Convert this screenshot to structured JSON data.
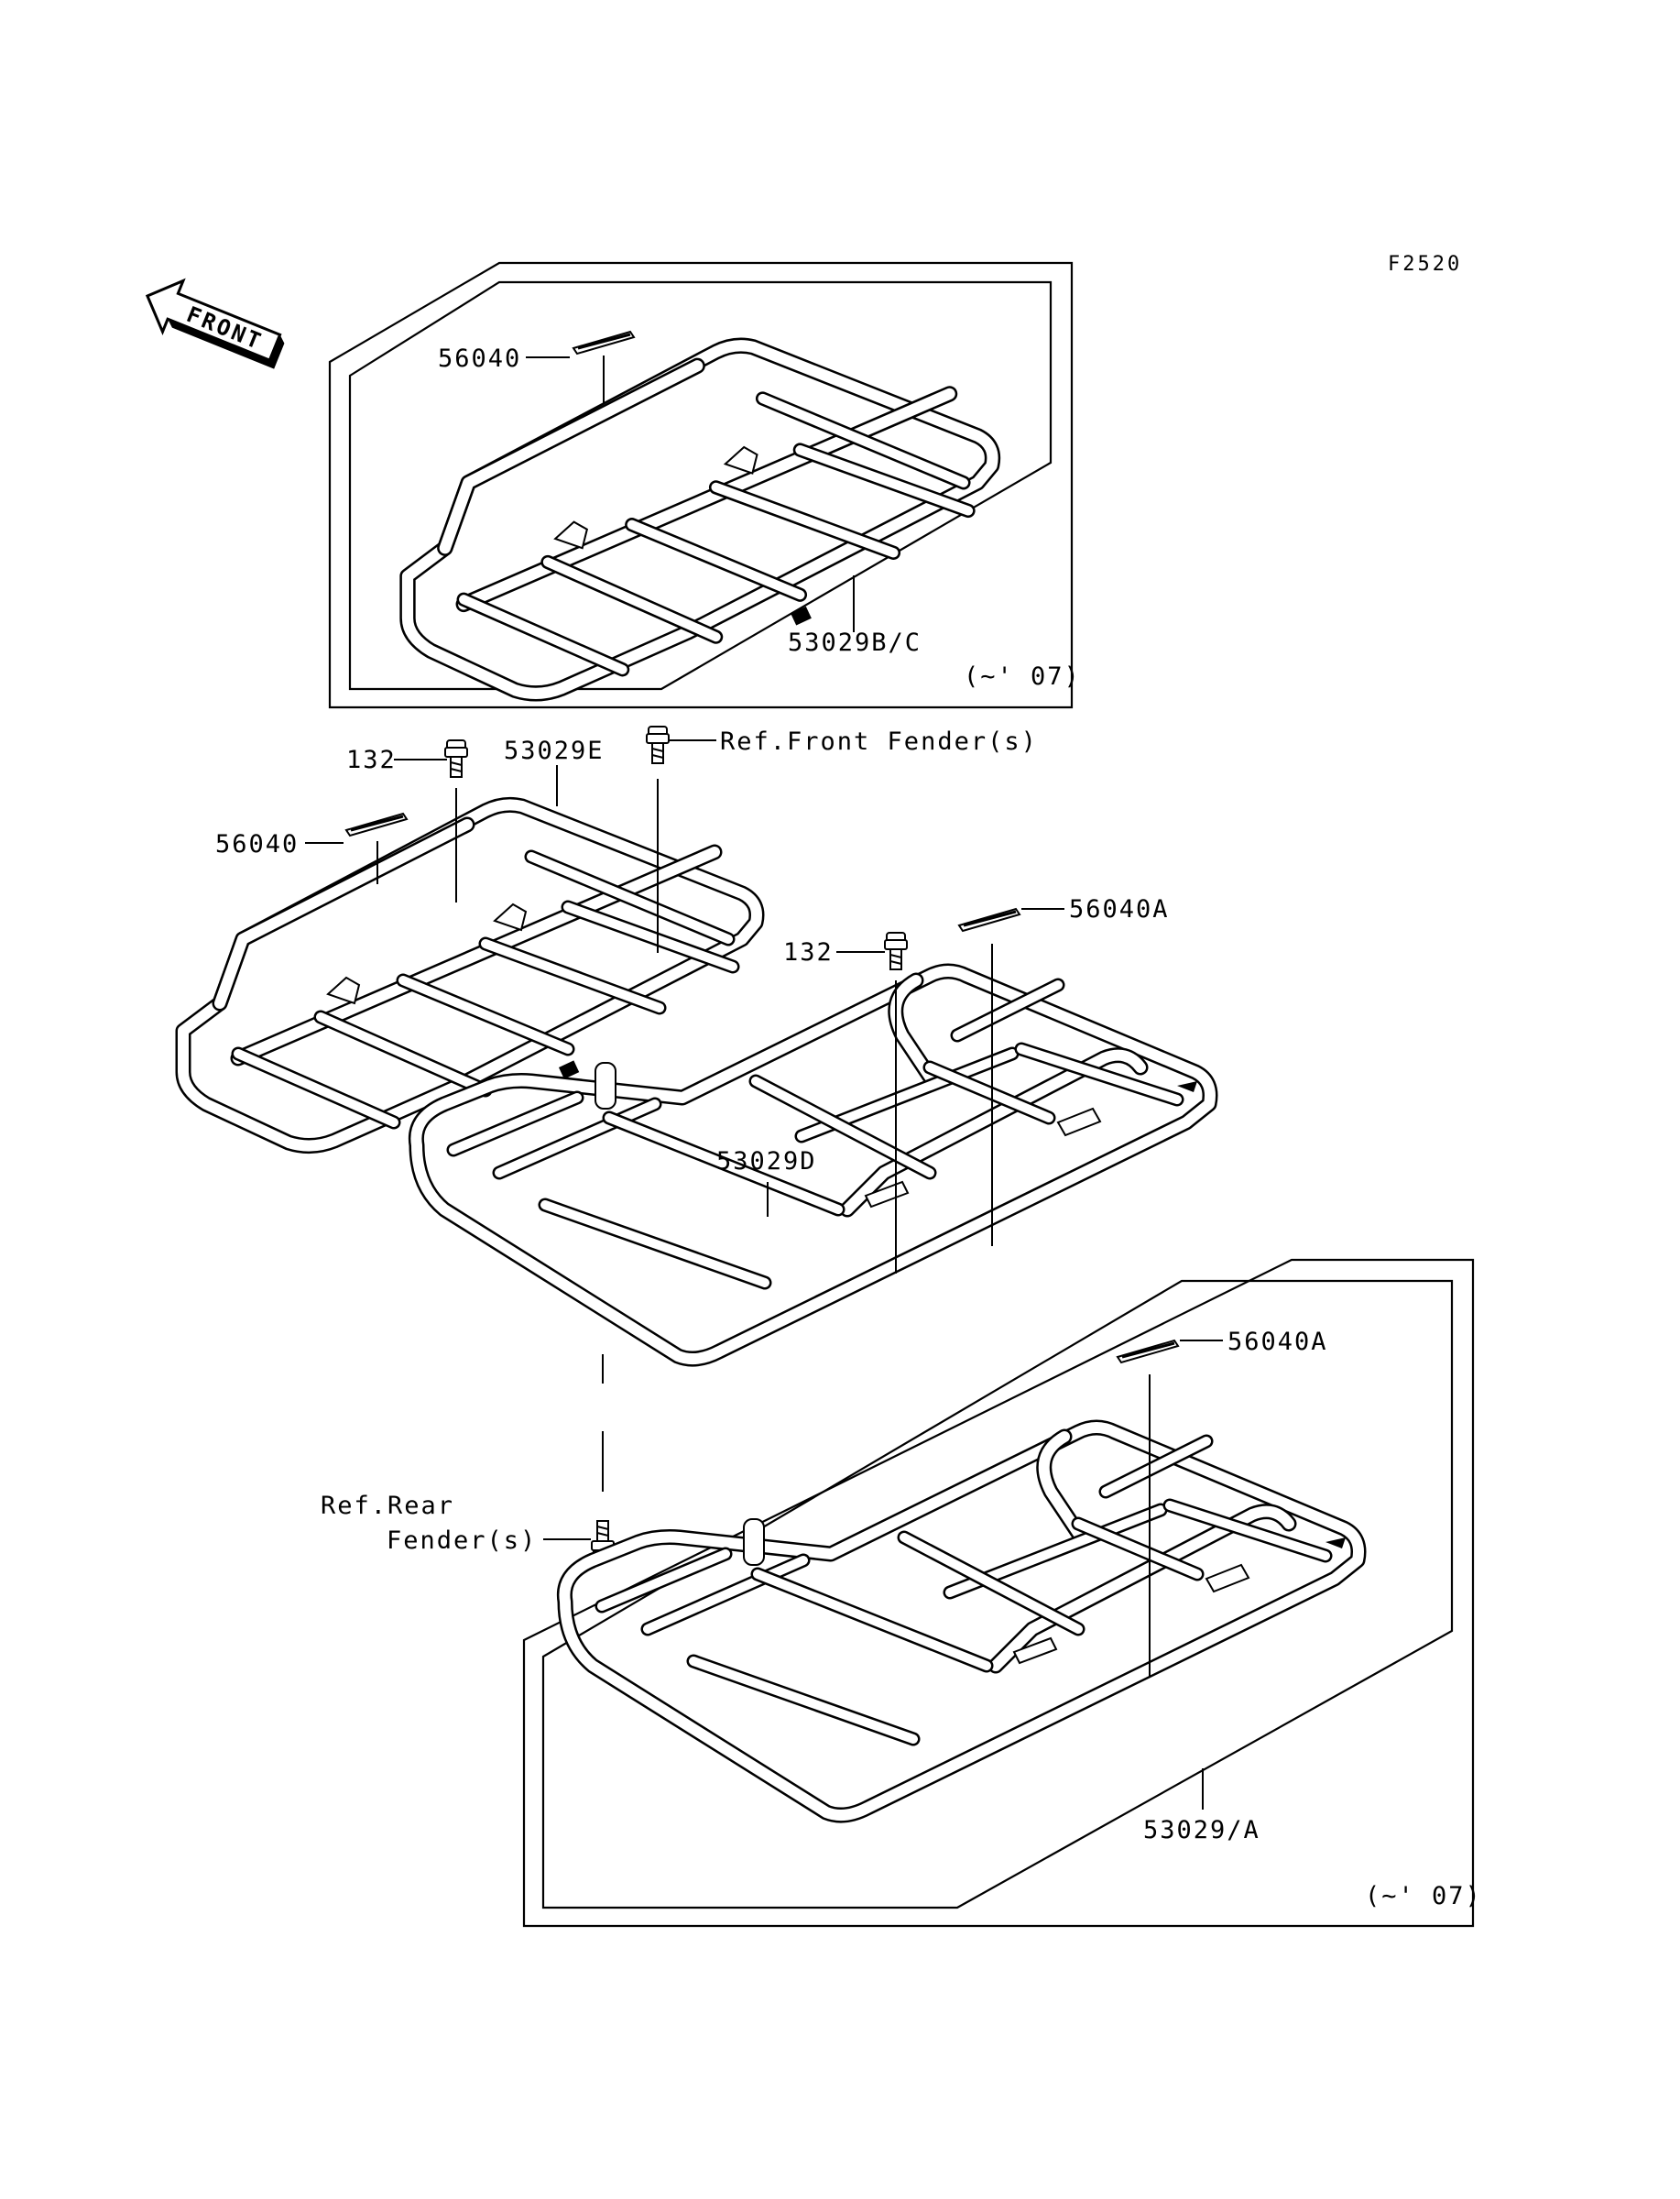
{
  "figure_code": "F2520",
  "front_arrow_label": "FRONT",
  "upper_group": {
    "label_decal": "56040",
    "label_carrier": "53029B/C",
    "note": "(~' 07)"
  },
  "front_carrier": {
    "label_bolt": "132",
    "label_carrier": "53029E",
    "label_decal": "56040",
    "label_ref": "Ref.Front Fender(s)"
  },
  "rear_carrier": {
    "label_bolt": "132",
    "label_decal": "56040A",
    "label_carrier": "53029D",
    "label_ref_line1": "Ref.Rear",
    "label_ref_line2": "Fender(s)"
  },
  "lower_group": {
    "label_decal": "56040A",
    "label_carrier": "53029/A",
    "note": "(~' 07)"
  }
}
